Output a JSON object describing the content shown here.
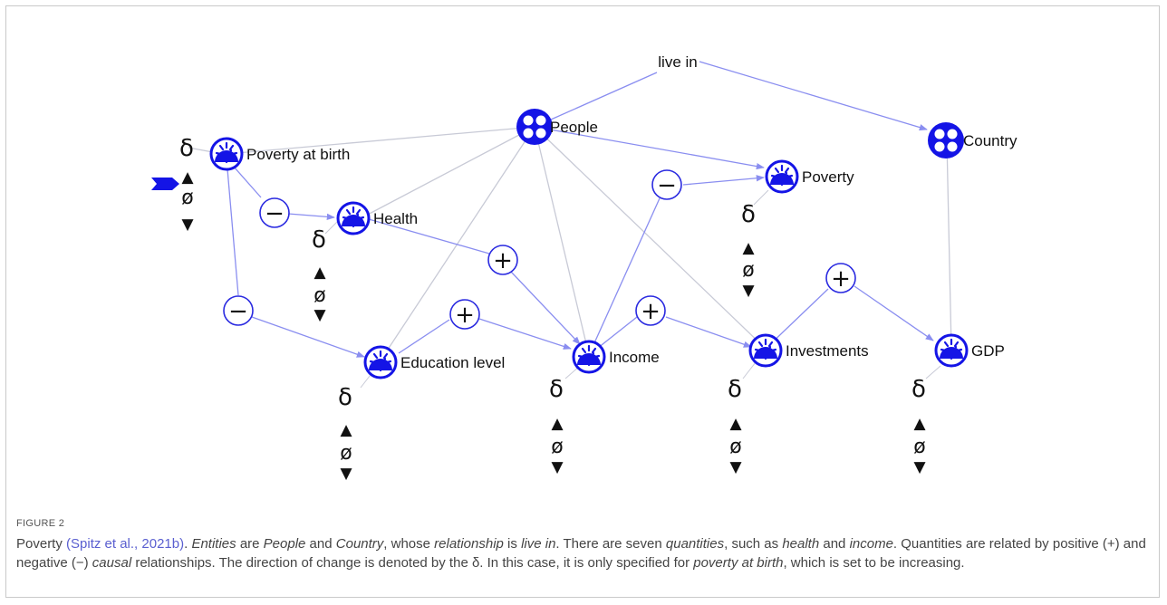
{
  "figure": {
    "label": "FIGURE 2",
    "caption": {
      "p1": "Poverty ",
      "ref": "(Spitz et al., 2021b)",
      "p2": ". ",
      "e1": "Entities",
      "p3": " are ",
      "e2": "People",
      "p4": " and ",
      "e3": "Country",
      "p5": ", whose ",
      "e4": "relationship",
      "p6": " is ",
      "e5": "live in",
      "p7": ". There are seven ",
      "e6": "quantities",
      "p8": ", such as ",
      "e7": "health",
      "p9": " and ",
      "e8": "income",
      "p10": ". Quantities are related by positive (+) and negative (−) ",
      "e9": "causal",
      "p11": " relationships. The direction of change is denoted by the δ. In this case, it is only specified for ",
      "e10": "poverty at birth",
      "p12": ", which is set to be increasing."
    }
  },
  "diagram": {
    "relationship_label": "live in",
    "entities": [
      {
        "id": "people",
        "label": "People"
      },
      {
        "id": "country",
        "label": "Country"
      }
    ],
    "quantities": [
      {
        "id": "poverty_at_birth",
        "label": "Poverty at birth",
        "derivative": "increasing"
      },
      {
        "id": "health",
        "label": "Health"
      },
      {
        "id": "poverty",
        "label": "Poverty"
      },
      {
        "id": "education_level",
        "label": "Education level"
      },
      {
        "id": "income",
        "label": "Income"
      },
      {
        "id": "investments",
        "label": "Investments"
      },
      {
        "id": "gdp",
        "label": "GDP"
      }
    ],
    "causal_relations": [
      {
        "from": "poverty_at_birth",
        "to": "health",
        "sign": "−"
      },
      {
        "from": "poverty_at_birth",
        "to": "education_level",
        "sign": "−"
      },
      {
        "from": "health",
        "to": "income",
        "sign": "+"
      },
      {
        "from": "education_level",
        "to": "income",
        "sign": "+"
      },
      {
        "from": "income",
        "to": "poverty",
        "sign": "−"
      },
      {
        "from": "income",
        "to": "investments",
        "sign": "+"
      },
      {
        "from": "investments",
        "to": "gdp",
        "sign": "+"
      }
    ],
    "symbols": {
      "delta": "δ",
      "zero": "ø",
      "up": "▲",
      "down": "▼"
    },
    "colors": {
      "node": "#1414e6",
      "arrow": "#8a8ef0",
      "line": "#c8cad6",
      "sign_circle": "#2a2ae0"
    }
  }
}
